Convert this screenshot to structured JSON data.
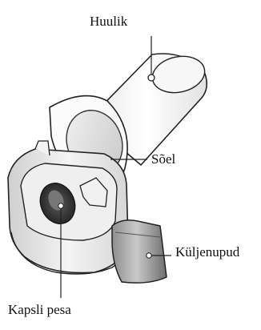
{
  "diagram": {
    "labels": {
      "mouthpiece": "Huulik",
      "mesh": "Sõel",
      "side_buttons": "Küljenupud",
      "capsule_chamber": "Kapsli pesa"
    }
  }
}
